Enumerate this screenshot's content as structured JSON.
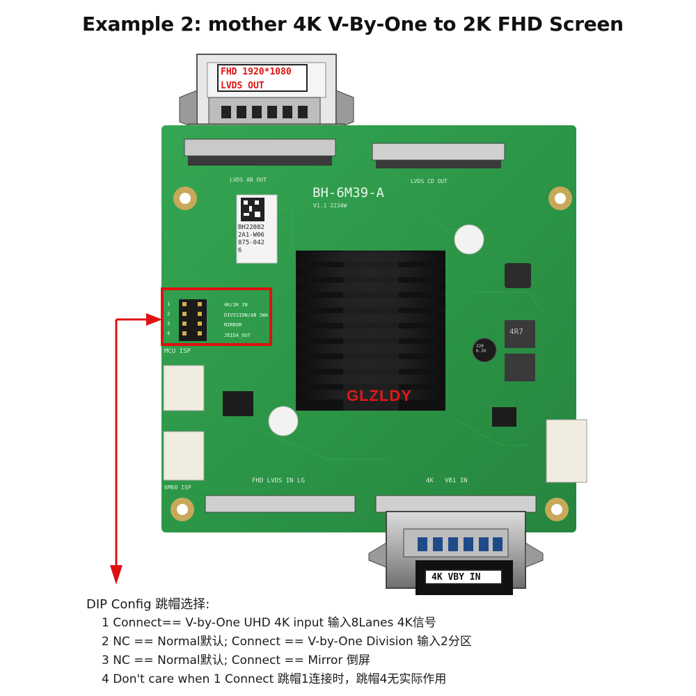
{
  "title": "Example 2: mother 4K V-By-One to 2K FHD Screen",
  "connector_labels": {
    "top": [
      "FHD 1920*1080",
      "LVDS OUT"
    ],
    "bottom": "4K VBY IN"
  },
  "board": {
    "model": "BH-6M39-A",
    "version": "V1.1 2234W",
    "qr_text": [
      "BH22082",
      "2A1-W06",
      "875-042",
      "6"
    ],
    "port_labels": {
      "lvds_ab": "LVDS AB OUT",
      "lvds_cd": "LVDS CD OUT",
      "mcu_isp": "MCU ISP",
      "fhd_lvds_in": "FHD LVDS IN LG",
      "vb1_in": "4K   VB1 IN",
      "bottom_isp": "6M60 ISP"
    },
    "dip_labels": [
      "4K/2K IN",
      "DIVISION/AB SWA",
      "MIRROR",
      "JEIDA_OUT"
    ],
    "dip_numbers": [
      "1",
      "2",
      "3",
      "4"
    ],
    "inductor_label": "4R7",
    "capacitor_label": "220 6.3V"
  },
  "watermark": "GLZLDY",
  "dip_config": {
    "heading": "DIP Config 跳帽选择:",
    "items": [
      "1 Connect== V-by-One UHD 4K input 输入8Lanes 4K信号",
      "2 NC == Normal默认; Connect == V-by-One Division 输入2分区",
      "3 NC == Normal默认; Connect == Mirror 倒屏",
      "4 Don't care when 1 Connect 跳帽1连接时，跳帽4无实际作用"
    ]
  },
  "colors": {
    "pcb_green": "#2e9a4a",
    "pcb_dark": "#1f7a37",
    "highlight_red": "#e01010",
    "heatsink": "#1a1a1a"
  }
}
